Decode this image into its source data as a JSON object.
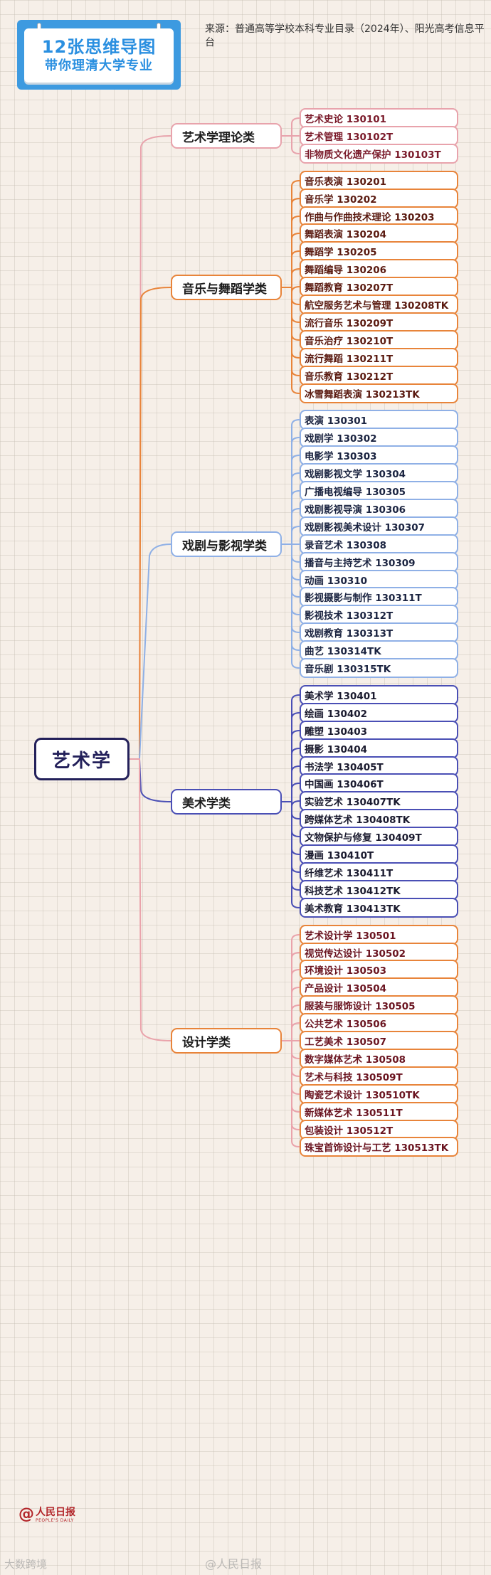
{
  "header": {
    "badge_title": "12张思维导图",
    "badge_subtitle": "带你理清大学专业",
    "source_text": "来源：普通高等学校本科专业目录（2024年）、阳光高考信息平台"
  },
  "root": {
    "label": "艺术学",
    "border_color": "#23205a"
  },
  "categories": [
    {
      "label": "艺术学理论类",
      "color": "#e8a3ac",
      "text_color": "#7a1a2a",
      "items": [
        "艺术史论 130101",
        "艺术管理 130102T",
        "非物质文化遗产保护 130103T"
      ]
    },
    {
      "label": "音乐与舞蹈学类",
      "color": "#e8843a",
      "text_color": "#5a1a10",
      "items": [
        "音乐表演 130201",
        "音乐学 130202",
        "作曲与作曲技术理论 130203",
        "舞蹈表演 130204",
        "舞蹈学 130205",
        "舞蹈编导 130206",
        "舞蹈教育 130207T",
        "航空服务艺术与管理 130208TK",
        "流行音乐 130209T",
        "音乐治疗 130210T",
        "流行舞蹈 130211T",
        "音乐教育 130212T",
        "冰雪舞蹈表演 130213TK"
      ]
    },
    {
      "label": "戏剧与影视学类",
      "color": "#8fb0e6",
      "text_color": "#1a2340",
      "items": [
        "表演 130301",
        "戏剧学 130302",
        "电影学 130303",
        "戏剧影视文学 130304",
        "广播电视编导 130305",
        "戏剧影视导演 130306",
        "戏剧影视美术设计 130307",
        "录音艺术 130308",
        "播音与主持艺术 130309",
        "动画 130310",
        "影视摄影与制作 130311T",
        "影视技术 130312T",
        "戏剧教育 130313T",
        "曲艺 130314TK",
        "音乐剧 130315TK"
      ]
    },
    {
      "label": "美术学类",
      "color": "#4a4fb5",
      "text_color": "#1a1a2e",
      "items": [
        "美术学 130401",
        "绘画 130402",
        "雕塑 130403",
        "摄影 130404",
        "书法学 130405T",
        "中国画 130406T",
        "实验艺术 130407TK",
        "跨媒体艺术 130408TK",
        "文物保护与修复 130409T",
        "漫画 130410T",
        "纤维艺术 130411T",
        "科技艺术 130412TK",
        "美术教育 130413TK"
      ]
    },
    {
      "label": "设计学类",
      "color": "#e8843a",
      "line_color": "#eaa3ab",
      "text_color": "#6a1420",
      "items": [
        "艺术设计学 130501",
        "视觉传达设计 130502",
        "环境设计 130503",
        "产品设计 130504",
        "服装与服饰设计 130505",
        "公共艺术 130506",
        "工艺美术 130507",
        "数字媒体艺术 130508",
        "艺术与科技 130509T",
        "陶瓷艺术设计 130510TK",
        "新媒体艺术 130511T",
        "包装设计 130512T",
        "珠宝首饰设计与工艺 130513TK"
      ]
    }
  ],
  "footer": {
    "logo_at": "@",
    "logo_cn": "人民日报",
    "logo_en": "PEOPLE'S DAILY",
    "watermark_left": "大数跨境",
    "watermark_center": "@人民日报"
  }
}
